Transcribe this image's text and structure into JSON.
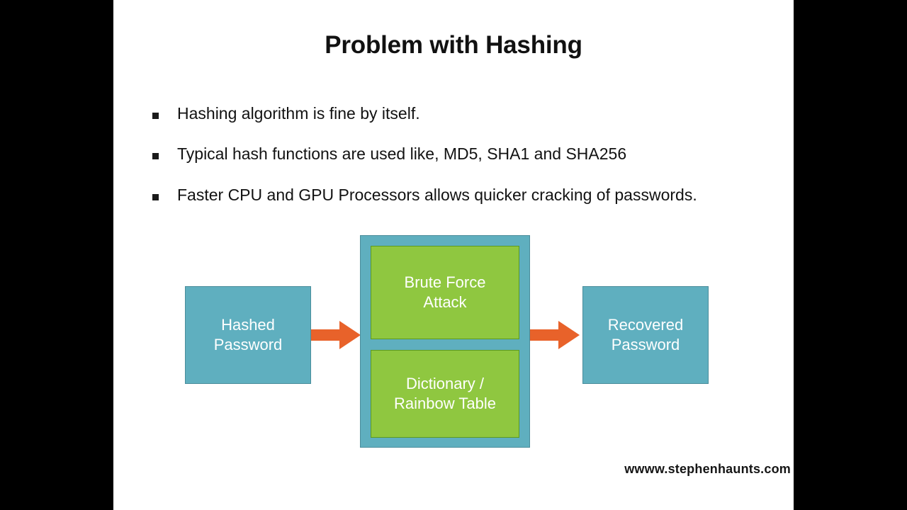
{
  "slide": {
    "title": "Problem with Hashing",
    "bullets": [
      {
        "marker": "square-bullet",
        "text": "Hashing algorithm is fine by itself."
      },
      {
        "marker": "square-bullet",
        "text": "Typical hash functions are used like, MD5, SHA1 and SHA256"
      },
      {
        "marker": "square-bullet",
        "text": "Faster CPU and GPU Processors allows quicker cracking of passwords."
      }
    ],
    "footer": "wwww.stephenhaunts.com"
  },
  "diagram": {
    "input_box": {
      "line1": "Hashed",
      "line2": "Password"
    },
    "attack_box": {
      "items": [
        {
          "line1": "Brute Force",
          "line2": "Attack"
        },
        {
          "line1": "Dictionary /",
          "line2": "Rainbow Table"
        }
      ]
    },
    "output_box": {
      "line1": "Recovered",
      "line2": "Password"
    },
    "arrows": [
      {
        "name": "arrow-input-to-attack",
        "direction": "right"
      },
      {
        "name": "arrow-attack-to-output",
        "direction": "right"
      }
    ]
  },
  "colors": {
    "teal_fill": "#5FAFBF",
    "teal_border": "#4A8D9B",
    "green_fill": "#8FC740",
    "green_border": "#5E9A1E",
    "arrow_orange": "#E8622A",
    "slide_background": "#FFFFFF",
    "letterbox": "#000000",
    "text_dark": "#121212",
    "text_light": "#FFFFFF"
  }
}
